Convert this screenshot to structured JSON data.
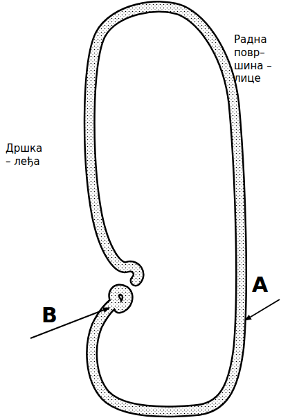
{
  "diagram": {
    "labels": [
      "Радна повр– шина – лице",
      "Дршка – леђа",
      "A",
      "B"
    ]
  }
}
